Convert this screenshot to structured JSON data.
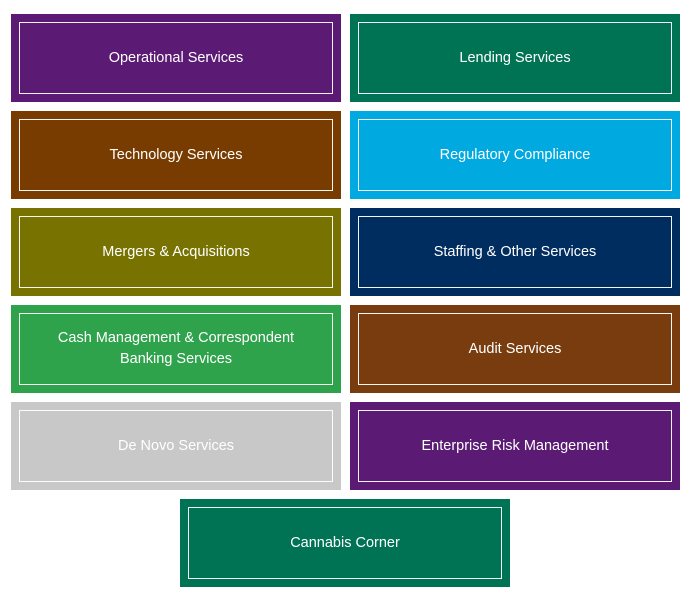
{
  "tiles": [
    {
      "label": "Operational Services",
      "color": "#5b1a73"
    },
    {
      "label": "Lending Services",
      "color": "#007355"
    },
    {
      "label": "Technology Services",
      "color": "#783c00"
    },
    {
      "label": "Regulatory Compliance",
      "color": "#00a9e0"
    },
    {
      "label": "Mergers & Acquisitions",
      "color": "#787300"
    },
    {
      "label": "Staffing & Other Services",
      "color": "#002d5f"
    },
    {
      "label": "Cash Management & Correspondent Banking Services",
      "color": "#2fa34c"
    },
    {
      "label": "Audit Services",
      "color": "#783c0f"
    },
    {
      "label": "De Novo Services",
      "color": "#c8c8c8"
    },
    {
      "label": "Enterprise Risk Management",
      "color": "#5b1a73"
    },
    {
      "label": "Cannabis Corner",
      "color": "#007355"
    }
  ]
}
